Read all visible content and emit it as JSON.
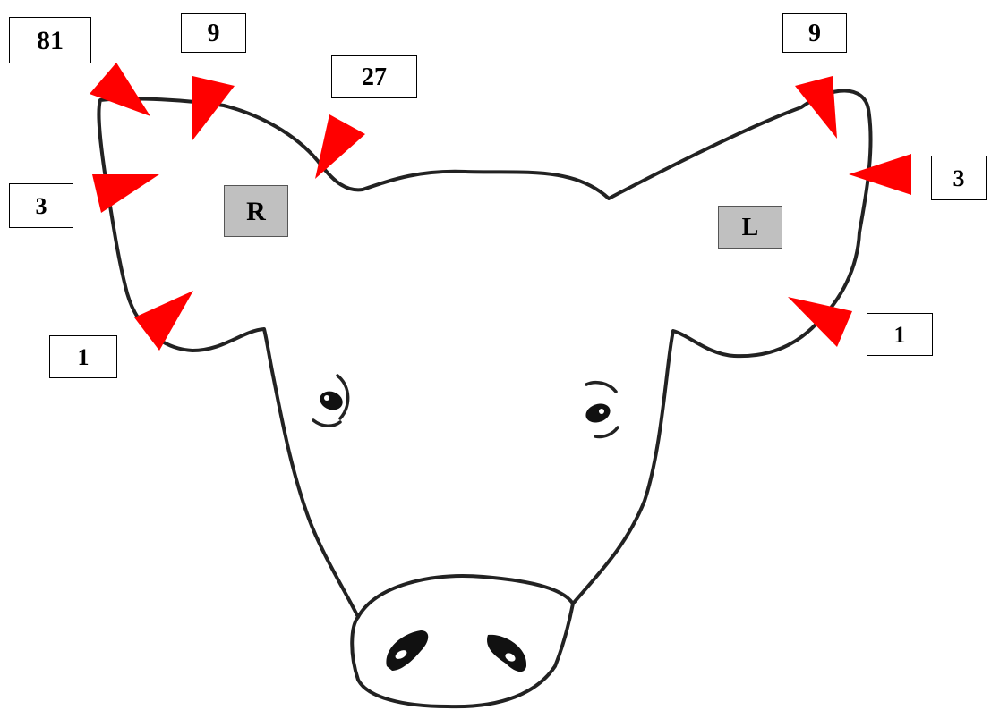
{
  "colors": {
    "arrow": "#ff0000",
    "outline": "#222222",
    "side_box_fill": "#c0c0c0"
  },
  "notch_labels": {
    "right_ear_81": "81",
    "right_ear_9": "9",
    "right_ear_27": "27",
    "right_ear_3": "3",
    "right_ear_1": "1",
    "left_ear_9": "9",
    "left_ear_3": "3",
    "left_ear_1": "1"
  },
  "side_labels": {
    "right": "R",
    "left": "L"
  }
}
